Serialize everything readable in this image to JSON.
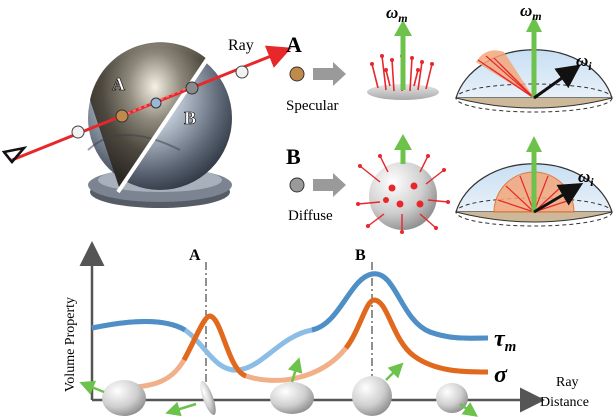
{
  "labels": {
    "ray": "Ray",
    "point_a": "A",
    "point_b": "B",
    "specular": "Specular",
    "diffuse": "Diffuse",
    "omega_m": "ω",
    "omega_m_sub": "m",
    "omega_i": "ω",
    "omega_i_sub": "i",
    "volume_property": "Volume Property",
    "ray_distance_1": "Ray",
    "ray_distance_2": "Distance",
    "tau": "τ",
    "tau_sub": "m",
    "sigma": "σ"
  },
  "colors": {
    "ray": "#e8272b",
    "tau_curve": "#4f8fc5",
    "tau_curve_light": "#8cbde6",
    "sigma_curve": "#e0691e",
    "sigma_curve_light": "#f2b08a",
    "green_arrow": "#6cc24a",
    "point_a": "#c08a4a",
    "point_b": "#9a9a9a"
  },
  "icons": {
    "eye": "eye-icon",
    "arrow": "right-arrow-icon"
  }
}
